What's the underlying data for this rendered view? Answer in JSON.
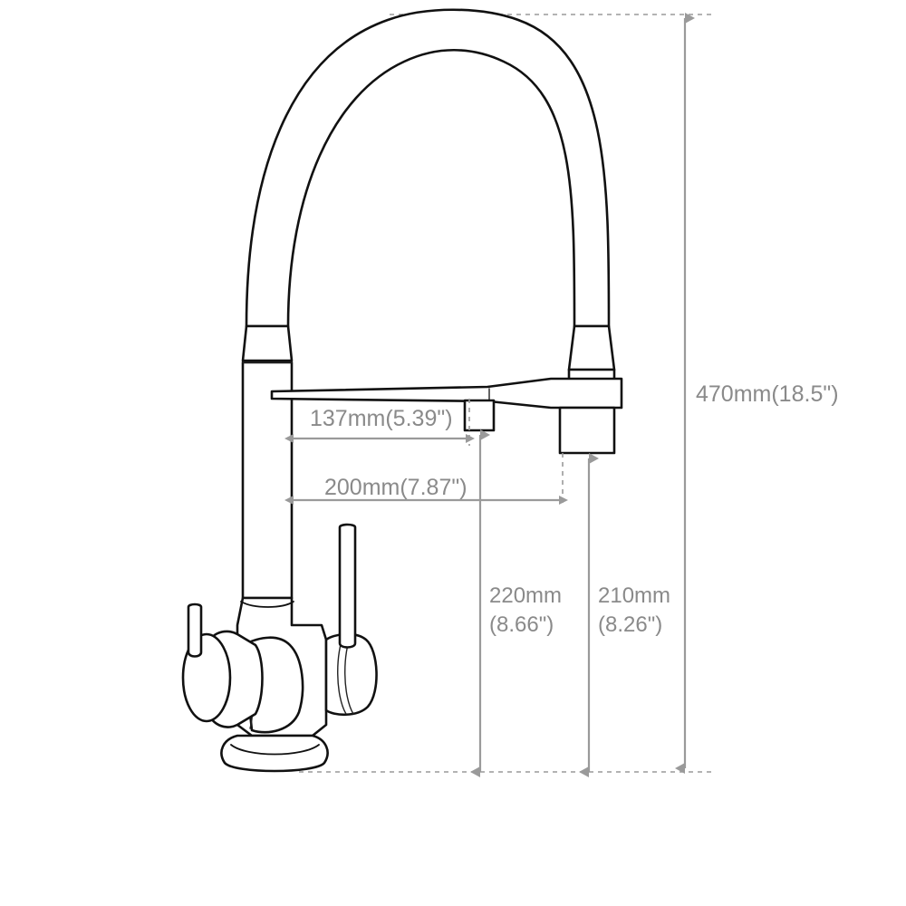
{
  "drawing": {
    "title": "Kitchen faucet dimensional drawing",
    "subject": "3-way pull-down kitchen mixer tap with spring spout",
    "units": "mm (in)",
    "line_color": "#111111",
    "dimension_color": "#9a9a9a",
    "background_color": "#ffffff"
  },
  "dimensions": {
    "total_height": {
      "label": "470mm(18.5\")",
      "mm": 470,
      "inch": "18.5",
      "orientation": "vertical",
      "measures": "overall height from base to top of arch"
    },
    "reach_small_outlet": {
      "label": "137mm(5.39\")",
      "mm": 137,
      "inch": "5.39",
      "orientation": "horizontal",
      "measures": "center of body to filtered-water outlet"
    },
    "reach_main_spout": {
      "label": "200mm(7.87\")",
      "mm": 200,
      "inch": "7.87",
      "orientation": "horizontal",
      "measures": "center of body to main spout nozzle"
    },
    "height_small_outlet": {
      "label_line1": "220mm",
      "label_line2": "(8.66\")",
      "mm": 220,
      "inch": "8.66",
      "orientation": "vertical",
      "measures": "base to filtered-water outlet"
    },
    "height_main_spout": {
      "label_line1": "210mm",
      "label_line2": "(8.26\")",
      "mm": 210,
      "inch": "8.26",
      "orientation": "vertical",
      "measures": "base to main spout outlet"
    }
  },
  "parts": [
    {
      "name": "gooseneck-arch",
      "description": "inverted U spring spout arch"
    },
    {
      "name": "left-column",
      "description": "vertical riser tube above body"
    },
    {
      "name": "spout-arm",
      "description": "horizontal swivel spout arm"
    },
    {
      "name": "filtered-outlet",
      "description": "small secondary outlet"
    },
    {
      "name": "main-nozzle",
      "description": "main pull-down spray nozzle"
    },
    {
      "name": "left-handle",
      "description": "left lever handle"
    },
    {
      "name": "right-handle",
      "description": "right lever handle"
    },
    {
      "name": "center-body",
      "description": "central valve body"
    },
    {
      "name": "base-flange",
      "description": "round mounting base"
    }
  ]
}
